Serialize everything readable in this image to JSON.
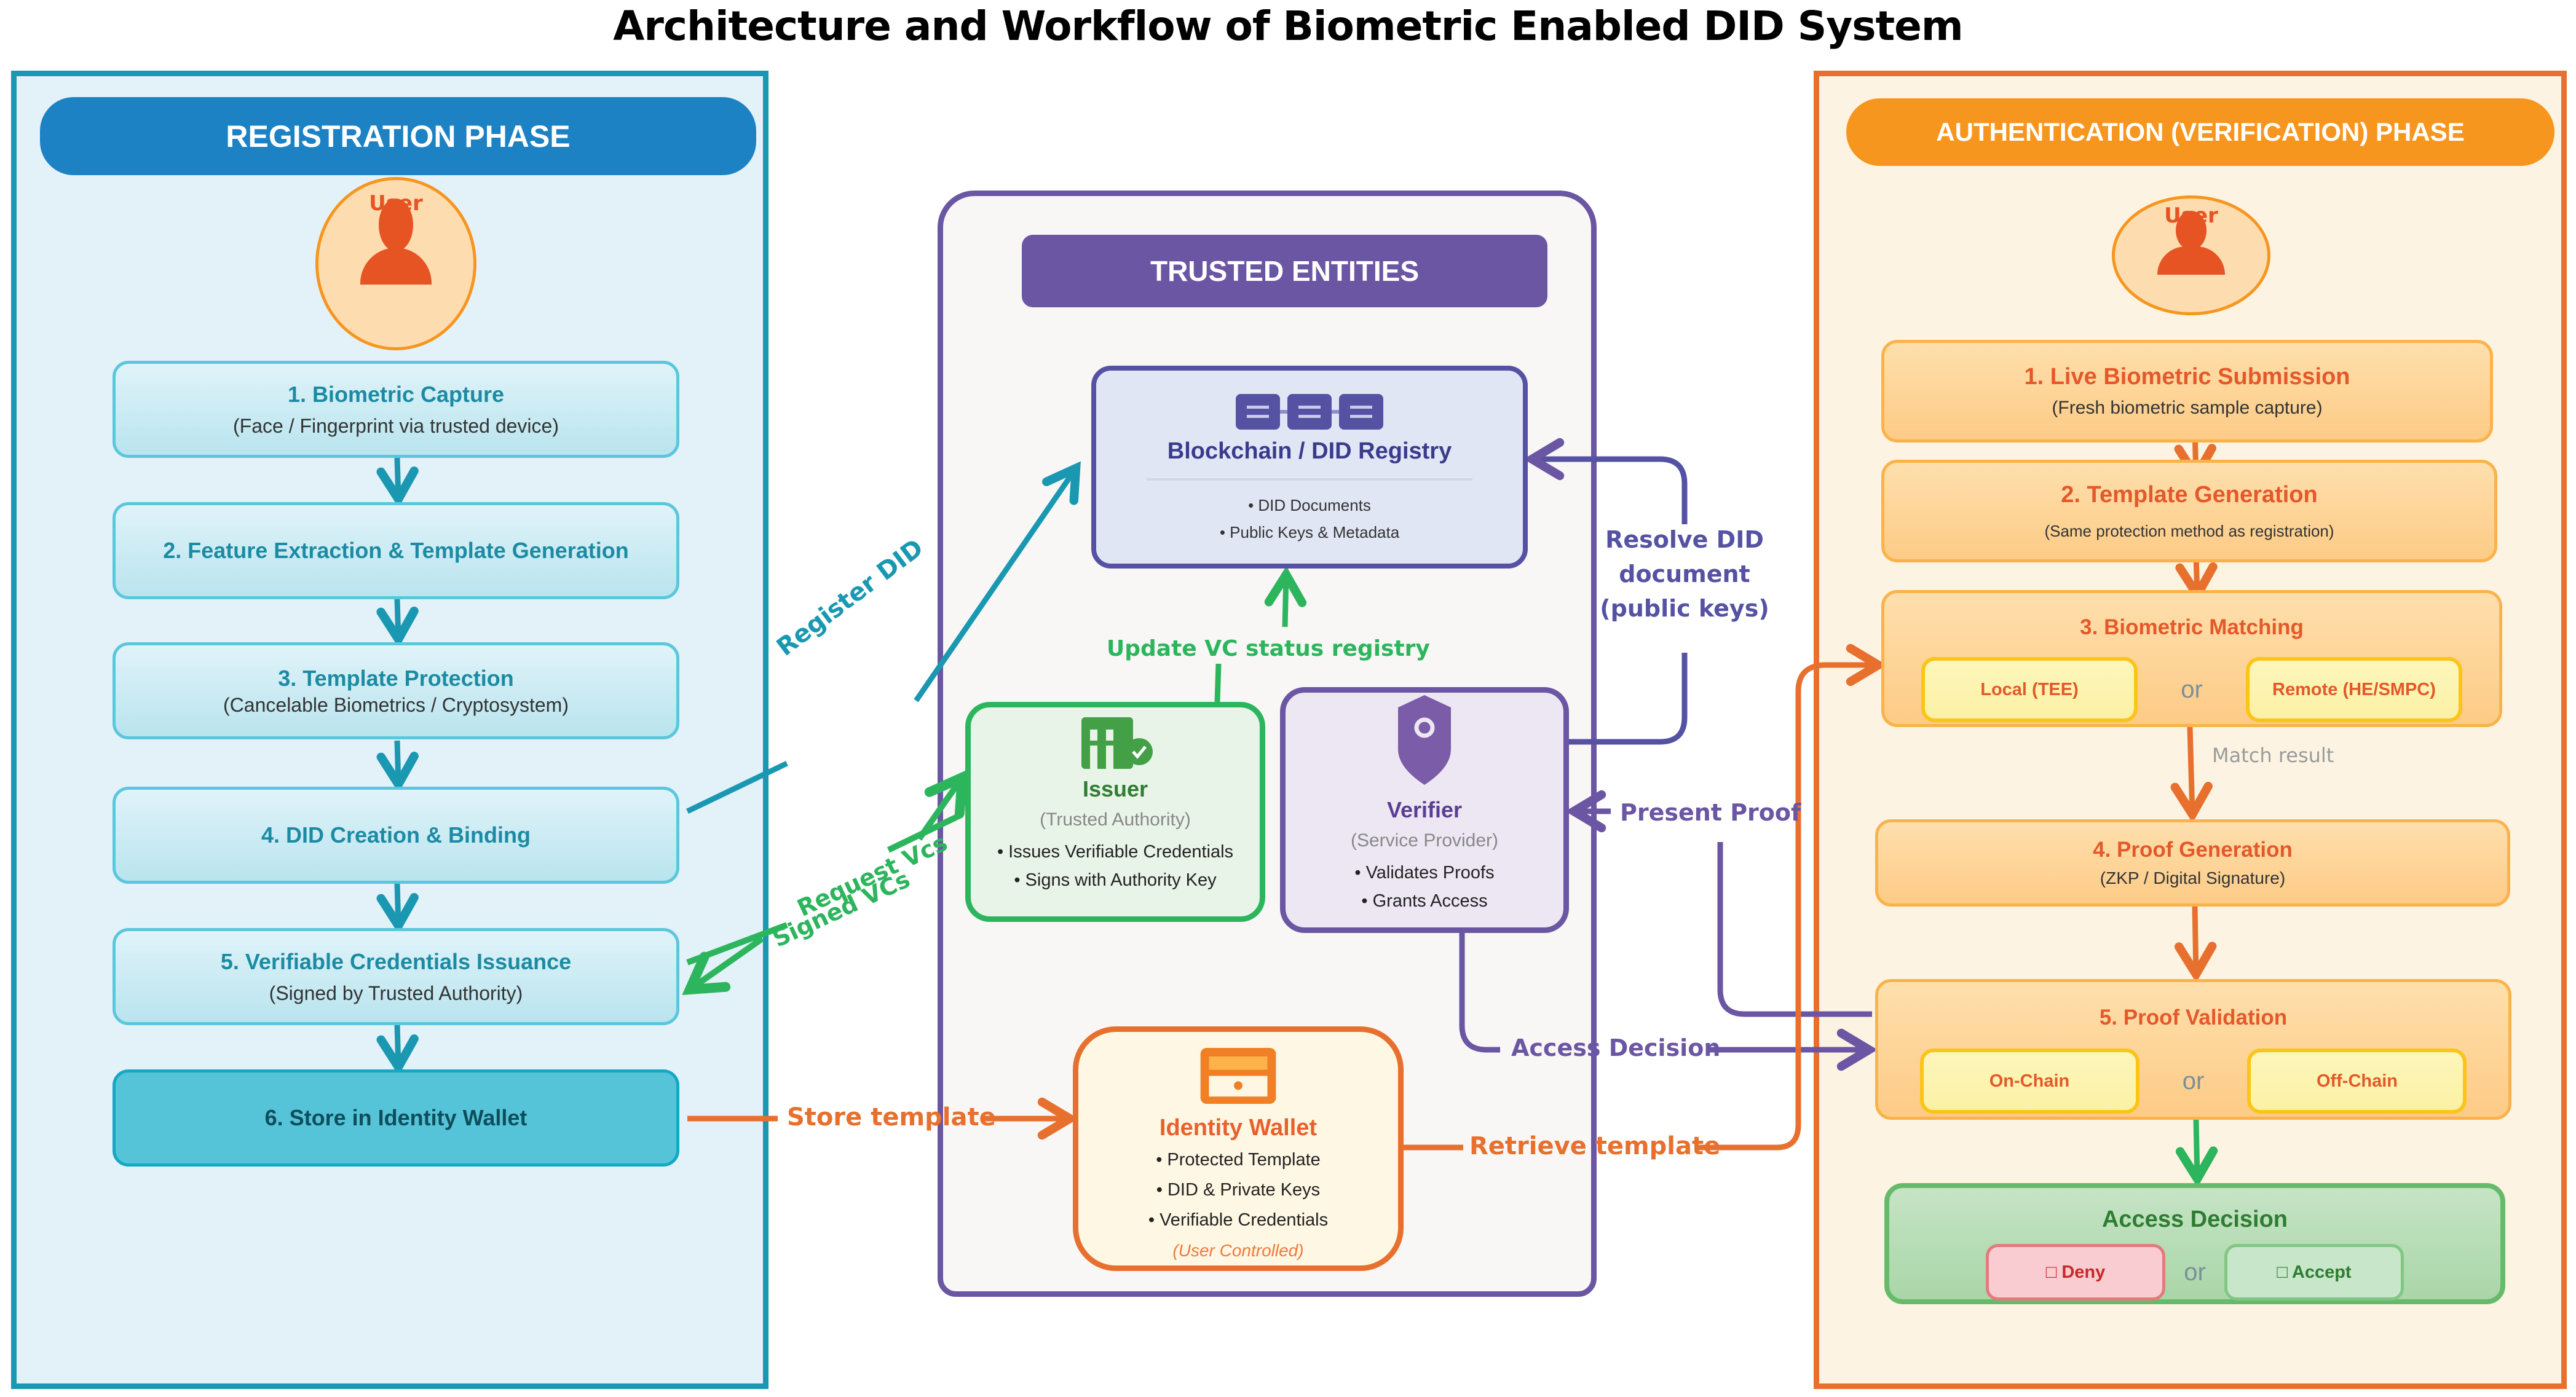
{
  "title": "Architecture and Workflow of Biometric Enabled DID System",
  "colors": {
    "registration": "#1a98b2",
    "trusted": "#6b56a3",
    "authentication": "#e8702e",
    "issuer_green": "#2db55d"
  },
  "registration": {
    "header": "REGISTRATION PHASE",
    "user_label": "User",
    "steps": [
      {
        "title": "1. Biometric Capture",
        "subtitle": "(Face / Fingerprint via trusted device)"
      },
      {
        "title": "2. Feature Extraction & Template Generation",
        "subtitle": ""
      },
      {
        "title": "3. Template Protection",
        "subtitle": "(Cancelable Biometrics / Cryptosystem)"
      },
      {
        "title": "4. DID Creation & Binding",
        "subtitle": ""
      },
      {
        "title": "5. Verifiable Credentials Issuance",
        "subtitle": "(Signed by Trusted Authority)"
      },
      {
        "title": "6. Store in Identity Wallet",
        "subtitle": ""
      }
    ]
  },
  "trusted": {
    "header": "TRUSTED ENTITIES",
    "blockchain": {
      "icon": "blockchain-icon",
      "title": "Blockchain / DID Registry",
      "bullets": [
        "• DID Documents",
        "• Public Keys & Metadata"
      ]
    },
    "issuer": {
      "icon": "building-check-icon",
      "title": "Issuer",
      "subtitle": "(Trusted Authority)",
      "bullets": [
        "• Issues Verifiable Credentials",
        "• Signs with Authority Key"
      ]
    },
    "verifier": {
      "icon": "shield-icon",
      "title": "Verifier",
      "subtitle": "(Service Provider)",
      "bullets": [
        "• Validates Proofs",
        "• Grants Access"
      ]
    },
    "wallet": {
      "icon": "wallet-icon",
      "title": "Identity Wallet",
      "bullets": [
        "• Protected Template",
        "• DID & Private Keys",
        "• Verifiable Credentials"
      ],
      "note": "(User Controlled)"
    }
  },
  "authentication": {
    "header": "AUTHENTICATION (VERIFICATION) PHASE",
    "user_label": "User",
    "steps": [
      {
        "title": "1. Live Biometric Submission",
        "subtitle": "(Fresh biometric sample capture)"
      },
      {
        "title": "2. Template Generation",
        "subtitle": "(Same protection method as registration)"
      },
      {
        "title": "3. Biometric Matching",
        "options": [
          "Local (TEE)",
          "Remote (HE/SMPC)"
        ],
        "or": "or"
      },
      {
        "title": "4. Proof Generation",
        "subtitle": "(ZKP / Digital Signature)"
      },
      {
        "title": "5. Proof Validation",
        "options": [
          "On-Chain",
          "Off-Chain"
        ],
        "or": "or"
      }
    ],
    "match_result": "Match result",
    "access_decision": {
      "title": "Access Decision",
      "deny": "□ Deny",
      "accept": "□ Accept",
      "or": "or"
    }
  },
  "connectors": {
    "register_did": "Register DID",
    "request_vcs": "Request Vcs",
    "signed_vcs": "Signed VCs",
    "store_template": "Store template",
    "update_vc_status": "Update VC status registry",
    "resolve_did": [
      "Resolve DID",
      "document",
      "(public keys)"
    ],
    "present_proof": "Present Proof",
    "access_decision": "Access Decision",
    "retrieve_template": "Retrieve template"
  }
}
